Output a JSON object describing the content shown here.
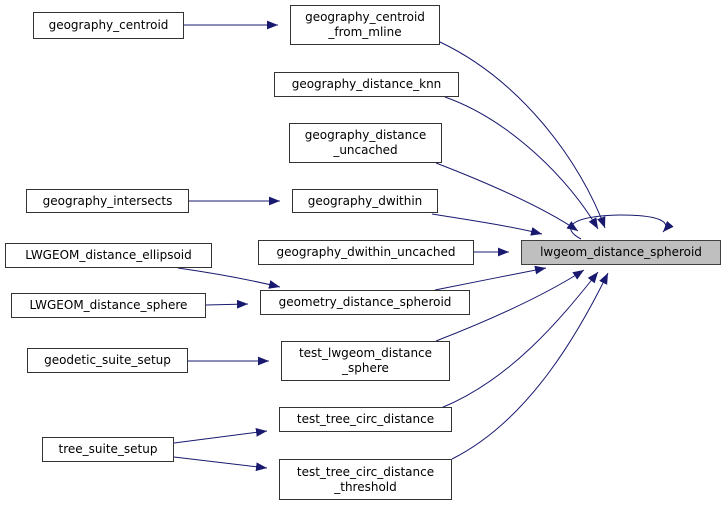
{
  "diagram": {
    "type": "call-graph",
    "edge_color": "#191970",
    "focus_fill": "#bfbfbf",
    "nodes": {
      "geography_centroid": {
        "lines": [
          "geography_centroid"
        ]
      },
      "geography_centroid_from_mline": {
        "lines": [
          "geography_centroid",
          "_from_mline"
        ]
      },
      "geography_distance_knn": {
        "lines": [
          "geography_distance_knn"
        ]
      },
      "geography_distance_uncached": {
        "lines": [
          "geography_distance",
          "_uncached"
        ]
      },
      "geography_intersects": {
        "lines": [
          "geography_intersects"
        ]
      },
      "geography_dwithin": {
        "lines": [
          "geography_dwithin"
        ]
      },
      "geography_dwithin_uncached": {
        "lines": [
          "geography_dwithin_uncached"
        ]
      },
      "LWGEOM_distance_ellipsoid": {
        "lines": [
          "LWGEOM_distance_ellipsoid"
        ]
      },
      "LWGEOM_distance_sphere": {
        "lines": [
          "LWGEOM_distance_sphere"
        ]
      },
      "geometry_distance_spheroid": {
        "lines": [
          "geometry_distance_spheroid"
        ]
      },
      "geodetic_suite_setup": {
        "lines": [
          "geodetic_suite_setup"
        ]
      },
      "test_lwgeom_distance_sphere": {
        "lines": [
          "test_lwgeom_distance",
          "_sphere"
        ]
      },
      "tree_suite_setup": {
        "lines": [
          "tree_suite_setup"
        ]
      },
      "test_tree_circ_distance": {
        "lines": [
          "test_tree_circ_distance"
        ]
      },
      "test_tree_circ_distance_threshold": {
        "lines": [
          "test_tree_circ_distance",
          "_threshold"
        ]
      },
      "lwgeom_distance_spheroid": {
        "lines": [
          "lwgeom_distance_spheroid"
        ],
        "focus": true
      }
    },
    "edges": [
      {
        "from": "geography_centroid",
        "to": "geography_centroid_from_mline"
      },
      {
        "from": "geography_centroid_from_mline",
        "to": "lwgeom_distance_spheroid"
      },
      {
        "from": "geography_distance_knn",
        "to": "lwgeom_distance_spheroid"
      },
      {
        "from": "geography_distance_uncached",
        "to": "lwgeom_distance_spheroid"
      },
      {
        "from": "geography_intersects",
        "to": "geography_dwithin"
      },
      {
        "from": "geography_dwithin",
        "to": "lwgeom_distance_spheroid"
      },
      {
        "from": "geography_dwithin_uncached",
        "to": "lwgeom_distance_spheroid"
      },
      {
        "from": "LWGEOM_distance_ellipsoid",
        "to": "geometry_distance_spheroid"
      },
      {
        "from": "LWGEOM_distance_sphere",
        "to": "geometry_distance_spheroid"
      },
      {
        "from": "geometry_distance_spheroid",
        "to": "lwgeom_distance_spheroid"
      },
      {
        "from": "geodetic_suite_setup",
        "to": "test_lwgeom_distance_sphere"
      },
      {
        "from": "test_lwgeom_distance_sphere",
        "to": "lwgeom_distance_spheroid"
      },
      {
        "from": "tree_suite_setup",
        "to": "test_tree_circ_distance"
      },
      {
        "from": "tree_suite_setup",
        "to": "test_tree_circ_distance_threshold"
      },
      {
        "from": "test_tree_circ_distance",
        "to": "lwgeom_distance_spheroid"
      },
      {
        "from": "test_tree_circ_distance_threshold",
        "to": "lwgeom_distance_spheroid"
      },
      {
        "from": "lwgeom_distance_spheroid",
        "to": "lwgeom_distance_spheroid"
      }
    ]
  }
}
